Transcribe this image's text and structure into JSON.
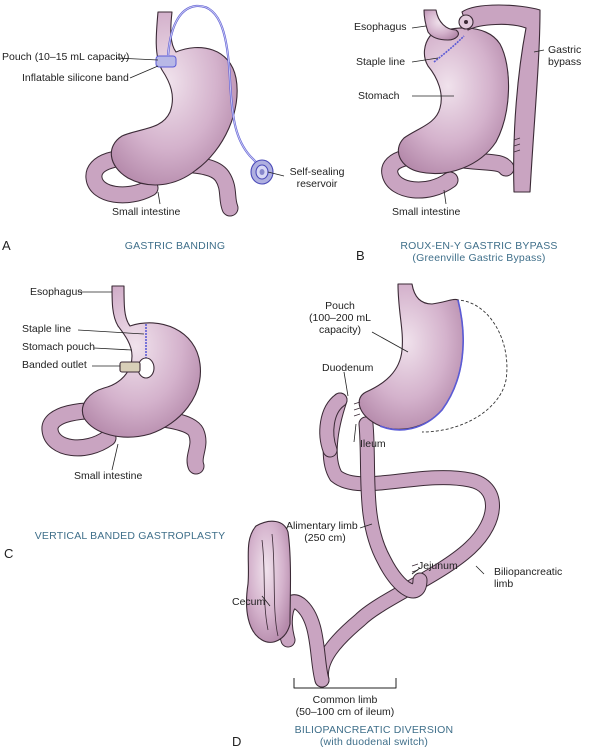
{
  "colors": {
    "organ": "#c9a4c1",
    "organ_light": "#e2cadc",
    "outline": "#3b2a36",
    "staple": "#5b5bd6",
    "band": "#9a9ad0",
    "caption": "#3f6f8a"
  },
  "panels": {
    "a": {
      "letter": "A",
      "caption": "GASTRIC BANDING",
      "labels": {
        "pouch": "Pouch (10–15 mL capacity)",
        "band": "Inflatable silicone band",
        "reservoir_1": "Self-sealing",
        "reservoir_2": "reservoir",
        "small_intestine": "Small intestine"
      }
    },
    "b": {
      "letter": "B",
      "caption_1": "ROUX-EN-Y GASTRIC BYPASS",
      "caption_2": "(Greenville Gastric Bypass)",
      "labels": {
        "esophagus": "Esophagus",
        "staple_line": "Staple line",
        "stomach": "Stomach",
        "gastric_1": "Gastric",
        "gastric_2": "bypass",
        "small_intestine": "Small intestine"
      }
    },
    "c": {
      "letter": "C",
      "caption": "VERTICAL BANDED GASTROPLASTY",
      "labels": {
        "esophagus": "Esophagus",
        "staple_line": "Staple line",
        "stomach_pouch": "Stomach pouch",
        "banded_outlet": "Banded outlet",
        "small_intestine": "Small intestine"
      }
    },
    "d": {
      "letter": "D",
      "caption_1": "BILIOPANCREATIC DIVERSION",
      "caption_2": "(with duodenal switch)",
      "labels": {
        "pouch_1": "Pouch",
        "pouch_2": "(100–200 mL",
        "pouch_3": "capacity)",
        "duodenum": "Duodenum",
        "ileum": "Ileum",
        "alimentary_1": "Alimentary limb",
        "alimentary_2": "(250 cm)",
        "jejunum": "Jejunum",
        "bilio_1": "Biliopancreatic",
        "bilio_2": "limb",
        "cecum": "Cecum",
        "common_1": "Common limb",
        "common_2": "(50–100 cm of ileum)"
      }
    }
  }
}
